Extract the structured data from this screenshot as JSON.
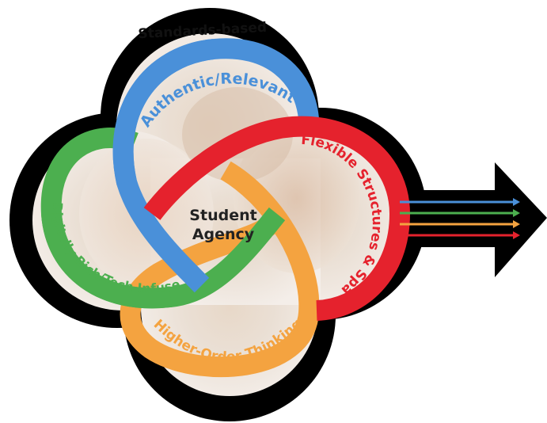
{
  "diagram": {
    "top_label": "Standards-based",
    "center_line_1": "Student",
    "center_line_2": "Agency",
    "loops": [
      {
        "label": "Authentic/Relevant",
        "color": "#4a90d9"
      },
      {
        "label": "Flexible Structures & Spaces",
        "color": "#e5222d"
      },
      {
        "label": "Higher-Order Thinking",
        "color": "#f4a340"
      },
      {
        "label": "Digitally Rich/Tech Infused",
        "color": "#4caf4f"
      }
    ],
    "arrow_lines": [
      {
        "color": "#4a90d9"
      },
      {
        "color": "#4caf4f"
      },
      {
        "color": "#f4a340"
      },
      {
        "color": "#e5222d"
      }
    ],
    "outline_color": "#000000"
  }
}
